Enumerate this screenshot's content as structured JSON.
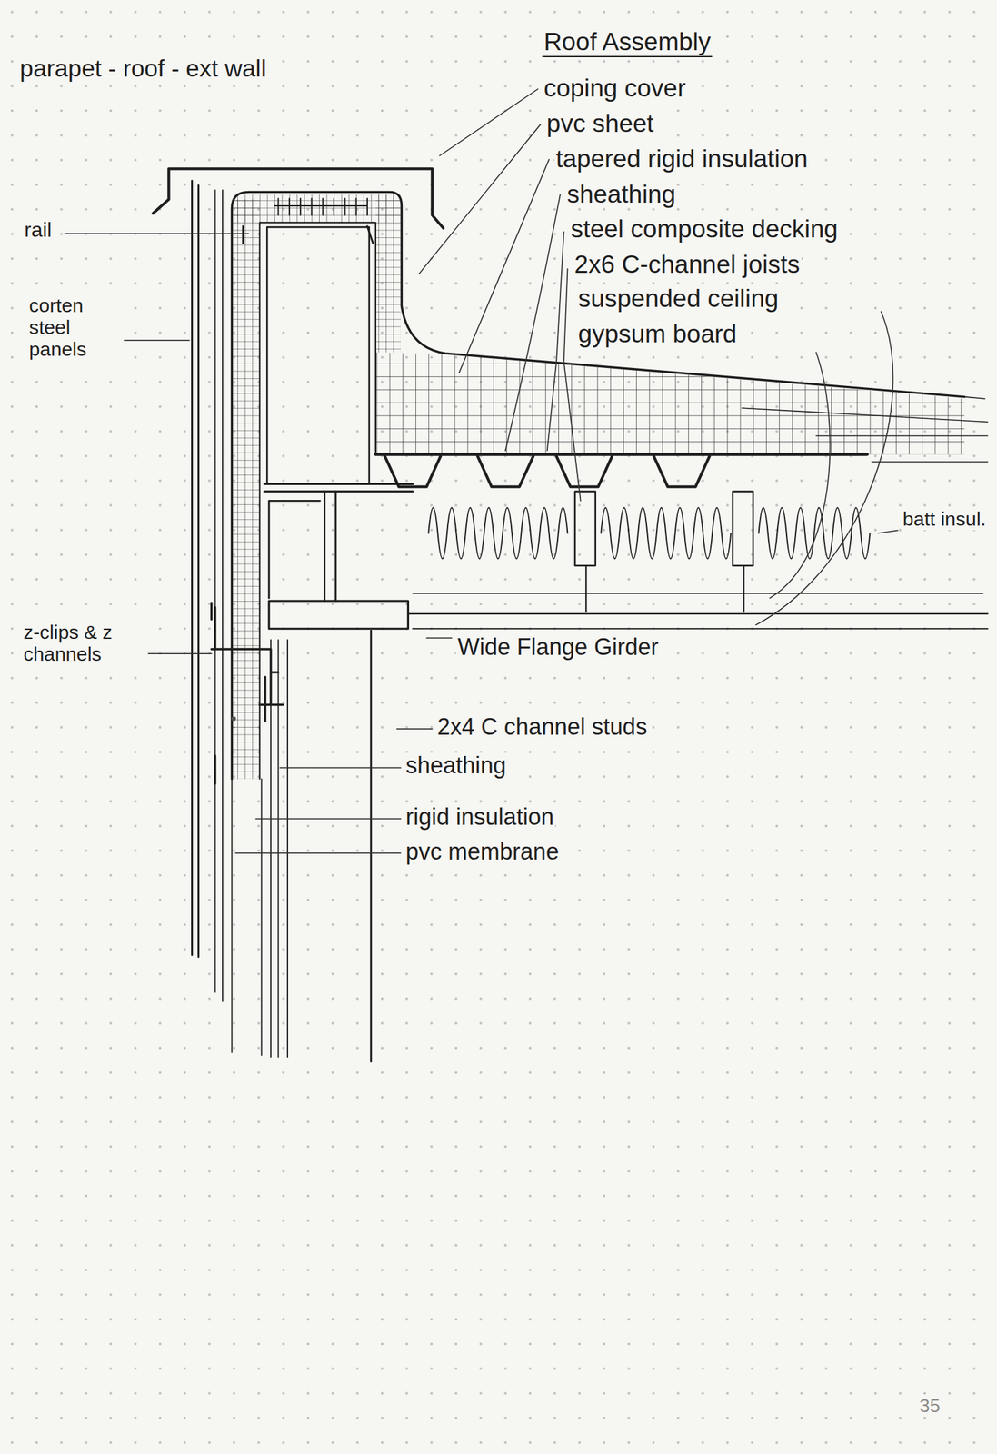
{
  "diagram": {
    "title": "parapet - roof - ext wall",
    "labels": [
      "Roof Assembly",
      "coping cover",
      "pvc sheet",
      "tapered rigid insulation",
      "sheathing",
      "steel composite decking",
      "2x6 C-channel joists",
      "suspended ceiling",
      "gypsum board",
      "rail",
      "corten steel panels",
      "batt insul.",
      "z-clips & z channels",
      "Wide Flange Girder",
      "2x4 C channel studs",
      "sheathing",
      "rigid insulation",
      "pvc membrane",
      "35"
    ]
  }
}
